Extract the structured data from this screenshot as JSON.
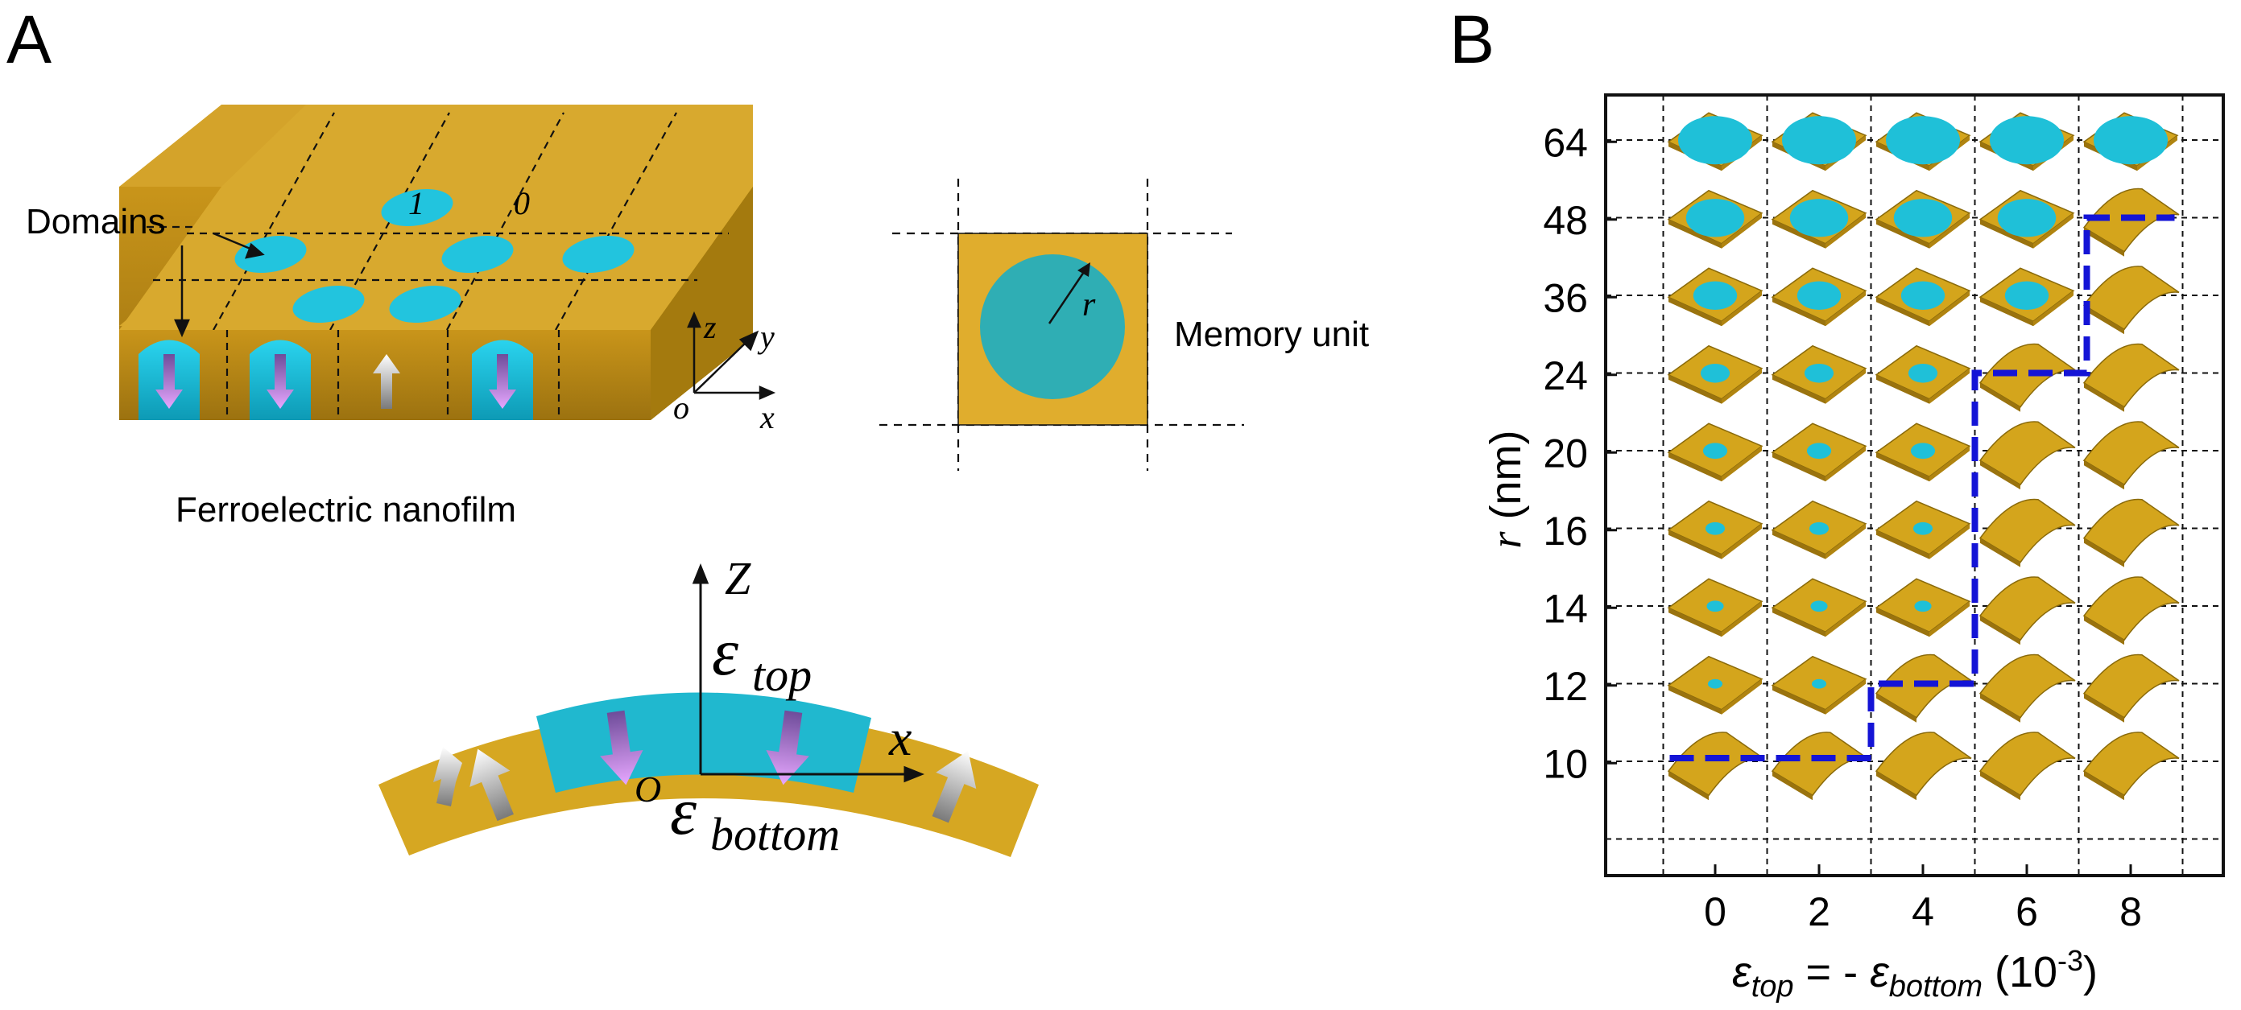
{
  "panels": {
    "a": "A",
    "b": "B"
  },
  "film": {
    "domains_label": "Domains",
    "bit_one": "1",
    "bit_zero": "0",
    "caption": "Ferroelectric nanofilm",
    "axes": {
      "z": "z",
      "y": "y",
      "o": "o",
      "x": "x"
    }
  },
  "unit": {
    "r_label": "r",
    "caption": "Memory unit"
  },
  "bend": {
    "z_label": "Z",
    "x_label": "x",
    "o_label": "O",
    "eps_top": {
      "sym": "ε",
      "sub": "top"
    },
    "eps_bottom": {
      "sym": "ε",
      "sub": "bottom"
    }
  },
  "phase_map": {
    "y_axis": {
      "var": "r",
      "unit": " (nm)"
    },
    "x_axis": {
      "eps": "ε",
      "top": "top",
      "mid": " = - ",
      "bottom": "bottom",
      "unit": " (10",
      "exp": "-3",
      "close": ")"
    },
    "x_ticks": [
      "0",
      "2",
      "4",
      "6",
      "8"
    ],
    "y_ticks": [
      "64",
      "48",
      "36",
      "24",
      "20",
      "16",
      "14",
      "12",
      "10"
    ],
    "strain_values": [
      0,
      2,
      4,
      6,
      8
    ],
    "radius_values_nm": [
      64,
      48,
      36,
      24,
      20,
      16,
      14,
      12,
      10
    ],
    "domain_survives": [
      [
        true,
        true,
        true,
        true,
        true
      ],
      [
        true,
        true,
        true,
        true,
        false
      ],
      [
        true,
        true,
        true,
        true,
        false
      ],
      [
        true,
        true,
        true,
        false,
        false
      ],
      [
        true,
        true,
        true,
        false,
        false
      ],
      [
        true,
        true,
        true,
        false,
        false
      ],
      [
        true,
        true,
        true,
        false,
        false
      ],
      [
        true,
        true,
        false,
        false,
        false
      ],
      [
        false,
        false,
        false,
        false,
        false
      ]
    ],
    "colors": {
      "film": "#d4a51c",
      "domain": "#1fc0d8",
      "boundary": "#1414d6"
    }
  }
}
